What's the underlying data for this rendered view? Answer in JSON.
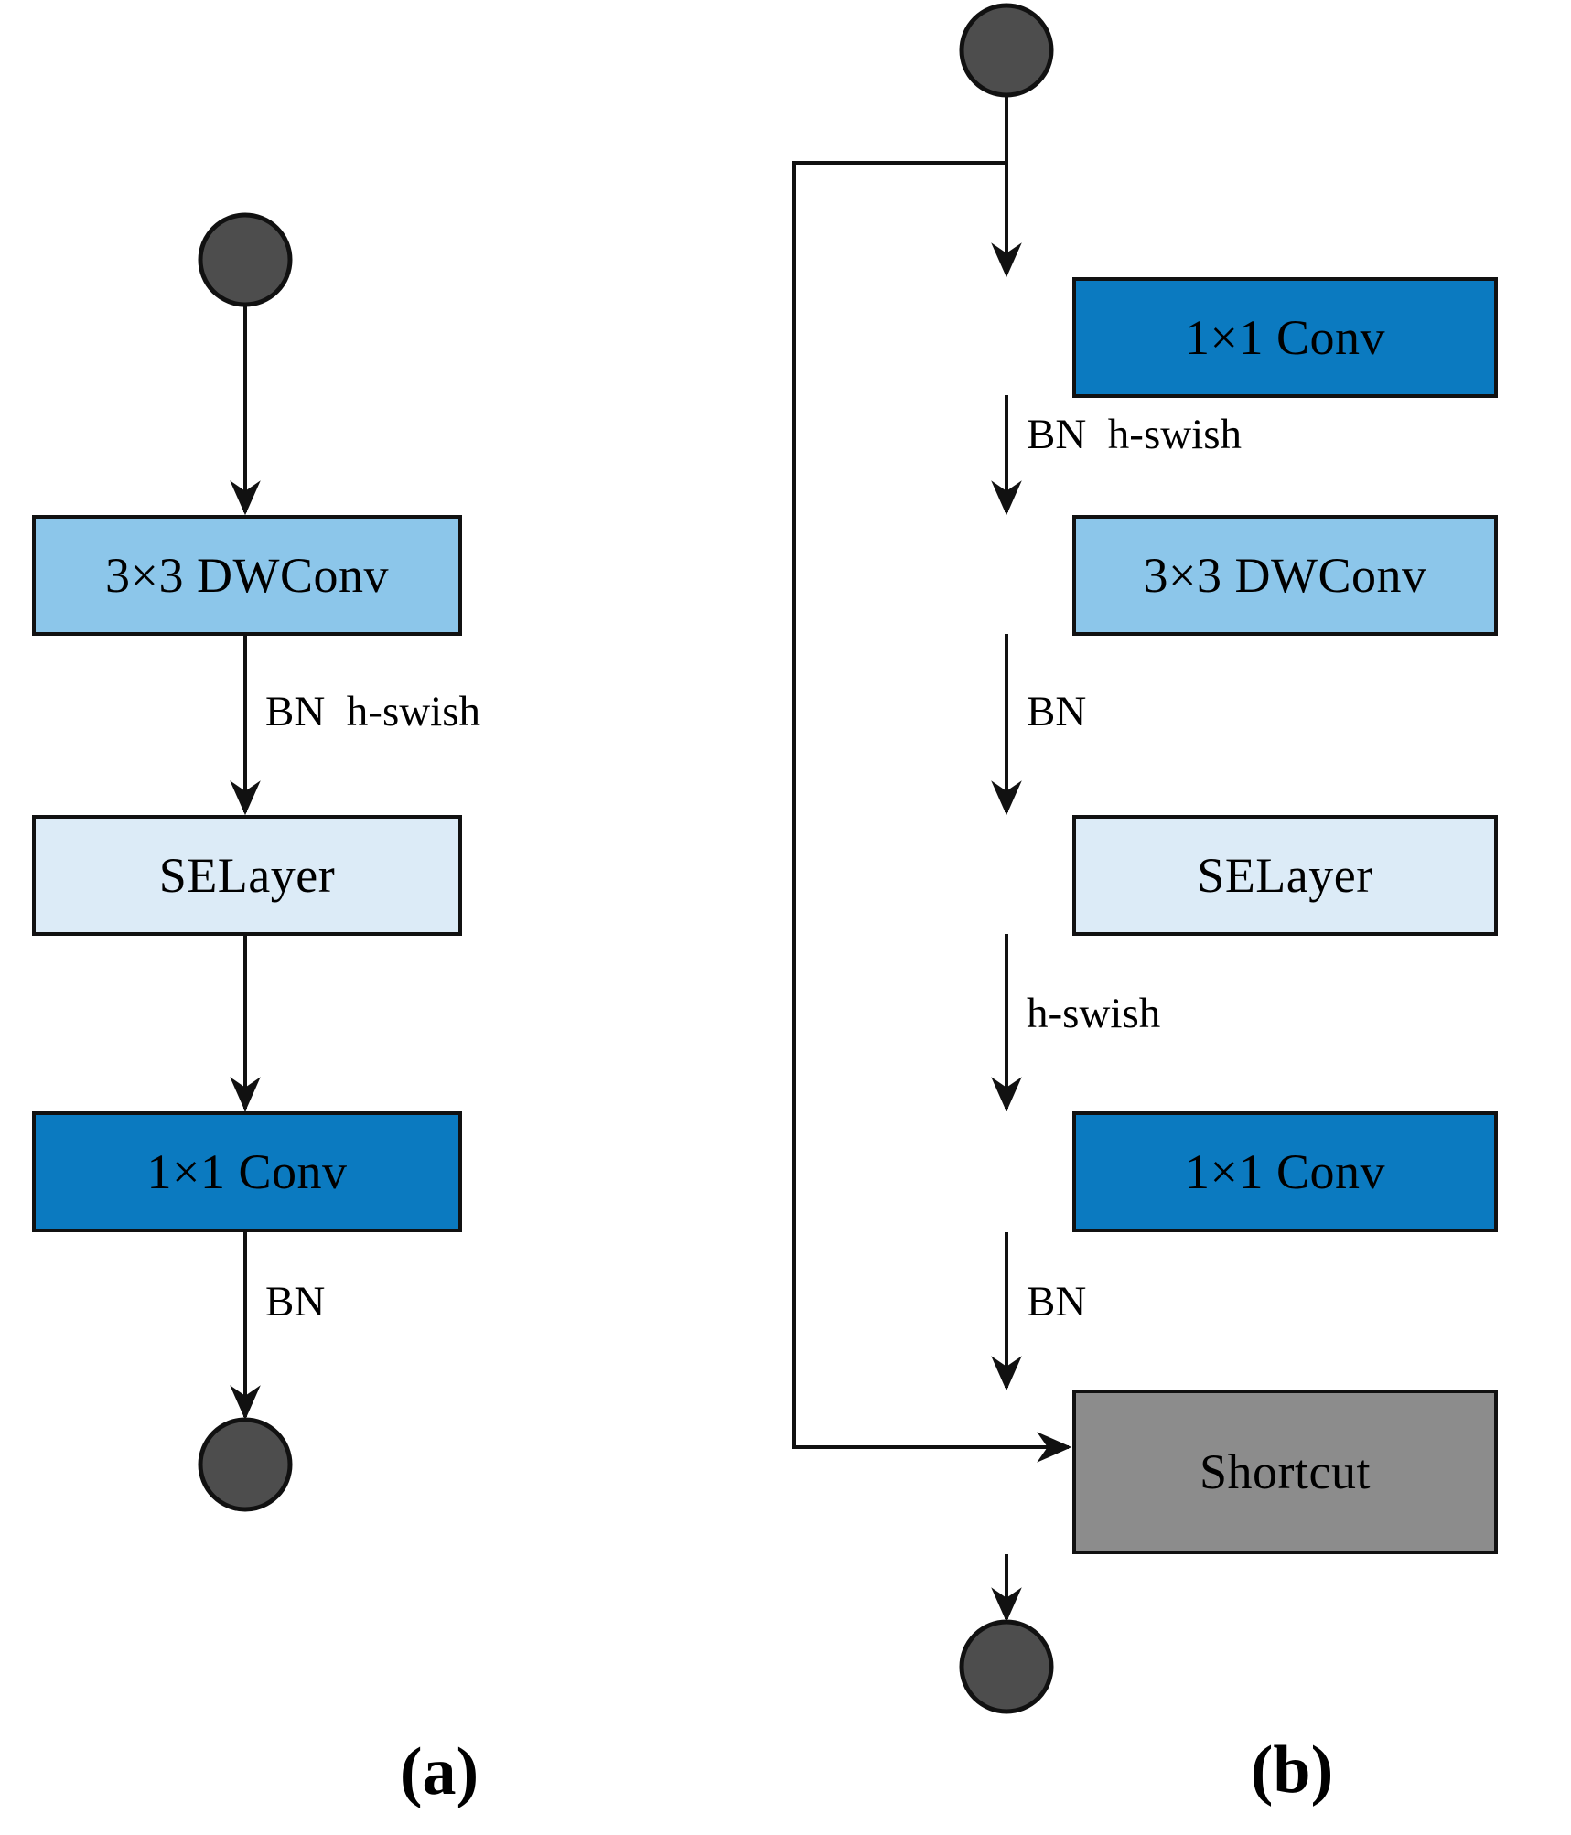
{
  "figure": {
    "type": "flowchart-diagram",
    "description": "Two neural network block diagrams",
    "colors": {
      "terminal_node": "#4d4d4d",
      "dwconv_box": "#8cc6ea",
      "selayer_box": "#dcebf7",
      "conv_box": "#0b7ac0",
      "shortcut_box": "#8c8c8c",
      "stroke": "#111111",
      "text": "#000000",
      "background": "#ffffff"
    }
  },
  "panels": [
    {
      "id": "a",
      "caption": "(a)",
      "nodes": [
        {
          "id": "a-start",
          "kind": "terminal",
          "label": ""
        },
        {
          "id": "a-dwconv",
          "kind": "box",
          "label": "3×3 DWConv",
          "fill": "#8cc6ea"
        },
        {
          "id": "a-selayer",
          "kind": "box",
          "label": "SELayer",
          "fill": "#dcebf7"
        },
        {
          "id": "a-conv",
          "kind": "box",
          "label": "1×1 Conv",
          "fill": "#0b7ac0"
        },
        {
          "id": "a-end",
          "kind": "terminal",
          "label": ""
        }
      ],
      "edges": [
        {
          "from": "a-start",
          "to": "a-dwconv",
          "label": ""
        },
        {
          "from": "a-dwconv",
          "to": "a-selayer",
          "label": "BN  h-swish"
        },
        {
          "from": "a-selayer",
          "to": "a-conv",
          "label": ""
        },
        {
          "from": "a-conv",
          "to": "a-end",
          "label": "BN"
        }
      ]
    },
    {
      "id": "b",
      "caption": "(b)",
      "nodes": [
        {
          "id": "b-start",
          "kind": "terminal",
          "label": ""
        },
        {
          "id": "b-conv1",
          "kind": "box",
          "label": "1×1 Conv",
          "fill": "#0b7ac0"
        },
        {
          "id": "b-dwconv",
          "kind": "box",
          "label": "3×3 DWConv",
          "fill": "#8cc6ea"
        },
        {
          "id": "b-selayer",
          "kind": "box",
          "label": "SELayer",
          "fill": "#dcebf7"
        },
        {
          "id": "b-conv2",
          "kind": "box",
          "label": "1×1 Conv",
          "fill": "#0b7ac0"
        },
        {
          "id": "b-shortcut",
          "kind": "box",
          "label": "Shortcut",
          "fill": "#8c8c8c"
        },
        {
          "id": "b-end",
          "kind": "terminal",
          "label": ""
        }
      ],
      "edges": [
        {
          "from": "b-start",
          "to": "b-conv1",
          "label": ""
        },
        {
          "from": "b-conv1",
          "to": "b-dwconv",
          "label": "BN  h-swish"
        },
        {
          "from": "b-dwconv",
          "to": "b-selayer",
          "label": "BN"
        },
        {
          "from": "b-selayer",
          "to": "b-conv2",
          "label": "h-swish"
        },
        {
          "from": "b-conv2",
          "to": "b-shortcut",
          "label": "BN"
        },
        {
          "from": "b-start",
          "to": "b-shortcut",
          "label": "",
          "routing": "skip-left"
        },
        {
          "from": "b-shortcut",
          "to": "b-end",
          "label": ""
        }
      ]
    }
  ],
  "labels": {
    "a": {
      "dwconv": "3×3 DWConv",
      "selayer": "SELayer",
      "conv": "1×1 Conv",
      "edge_bn_hswish": "BN  h-swish",
      "edge_bn": "BN",
      "caption": "(a)"
    },
    "b": {
      "conv1": "1×1 Conv",
      "dwconv": "3×3 DWConv",
      "selayer": "SELayer",
      "conv2": "1×1 Conv",
      "shortcut": "Shortcut",
      "edge_bn_hswish": "BN  h-swish",
      "edge_bn_1": "BN",
      "edge_hswish": "h-swish",
      "edge_bn_2": "BN",
      "caption": "(b)"
    }
  }
}
